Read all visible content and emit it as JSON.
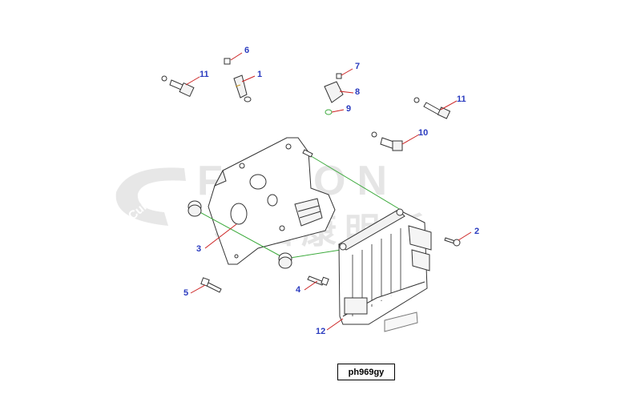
{
  "watermark": {
    "brand_latin": "FOTON",
    "brand_chinese": "福田康明斯",
    "logo_word": "Cummins"
  },
  "caption": "ph969gy",
  "callouts": {
    "c1": "1",
    "c2": "2",
    "c3": "3",
    "c4": "4",
    "c5": "5",
    "c6": "6",
    "c7": "7",
    "c8": "8",
    "c9": "9",
    "c10": "10",
    "c11a": "11",
    "c11b": "11",
    "c12": "12"
  },
  "colors": {
    "callout_text": "#2a3bbf",
    "leader_line": "#cc2222",
    "assembly_line": "#3caa3c",
    "part_stroke": "#333333"
  }
}
